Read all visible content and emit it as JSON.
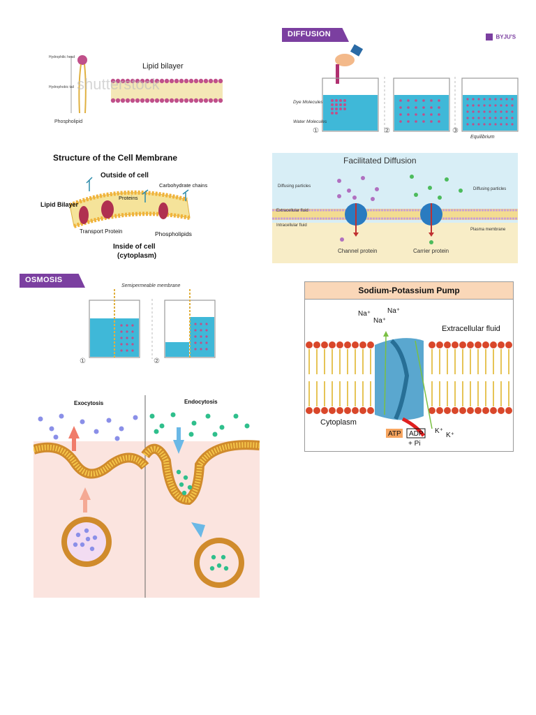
{
  "lipid_bilayer": {
    "hydrophilic_head": "Hydrophilic head",
    "hydrophobic_tail": "Hydrophobic tail",
    "phospholipid": "Phospholipid",
    "title": "Lipid bilayer",
    "watermark": "shutterstock"
  },
  "diffusion": {
    "banner": "DIFFUSION",
    "brand": "BYJU'S",
    "dye_molecules": "Dye Molecules",
    "water_molecules": "Water Molecules",
    "steps": [
      "①",
      "②",
      "③"
    ],
    "equilibrium": "Equilibrium"
  },
  "cell_membrane": {
    "title": "Structure of the Cell Membrane",
    "outside": "Outside of cell",
    "proteins": "Proteins",
    "carbohydrate": "Carbohydrate chains",
    "lipid_bilayer": "Lipid Bilayer",
    "transport_protein": "Transport Protein",
    "phospholipids": "Phospholipids",
    "inside": "Inside of cell",
    "cytoplasm": "(cytoplasm)"
  },
  "facilitated": {
    "title": "Facilitated Diffusion",
    "diffusing_left": "Diffusing particles",
    "diffusing_right": "Diffusing particles",
    "extracellular": "Extracellular fluid",
    "intracellular": "Intracellular fluid",
    "plasma_membrane": "Plasma membrane",
    "channel_protein": "Channel protein",
    "carrier_protein": "Carrier protein"
  },
  "osmosis": {
    "banner": "OSMOSIS",
    "semipermeable": "Semipermeable membrane",
    "steps": [
      "①",
      "②"
    ]
  },
  "pump": {
    "title": "Sodium-Potassium Pump",
    "na1": "Na⁺",
    "na2": "Na⁺",
    "na3": "Na⁺",
    "extracellular": "Extracellular fluid",
    "cytoplasm": "Cytoplasm",
    "atp": "ATP",
    "adp": "ADP",
    "pi": "+ Pi",
    "k1": "K⁺",
    "k2": "K⁺"
  },
  "cytosis": {
    "exocytosis": "Exocytosis",
    "endocytosis": "Endocytosis"
  },
  "colors": {
    "banner_purple": "#7b3fa0",
    "water_blue": "#3fb8d8",
    "membrane_pink": "#c0508a",
    "pump_blue": "#5aa7cf",
    "cell_pink": "#f6b7a8"
  }
}
